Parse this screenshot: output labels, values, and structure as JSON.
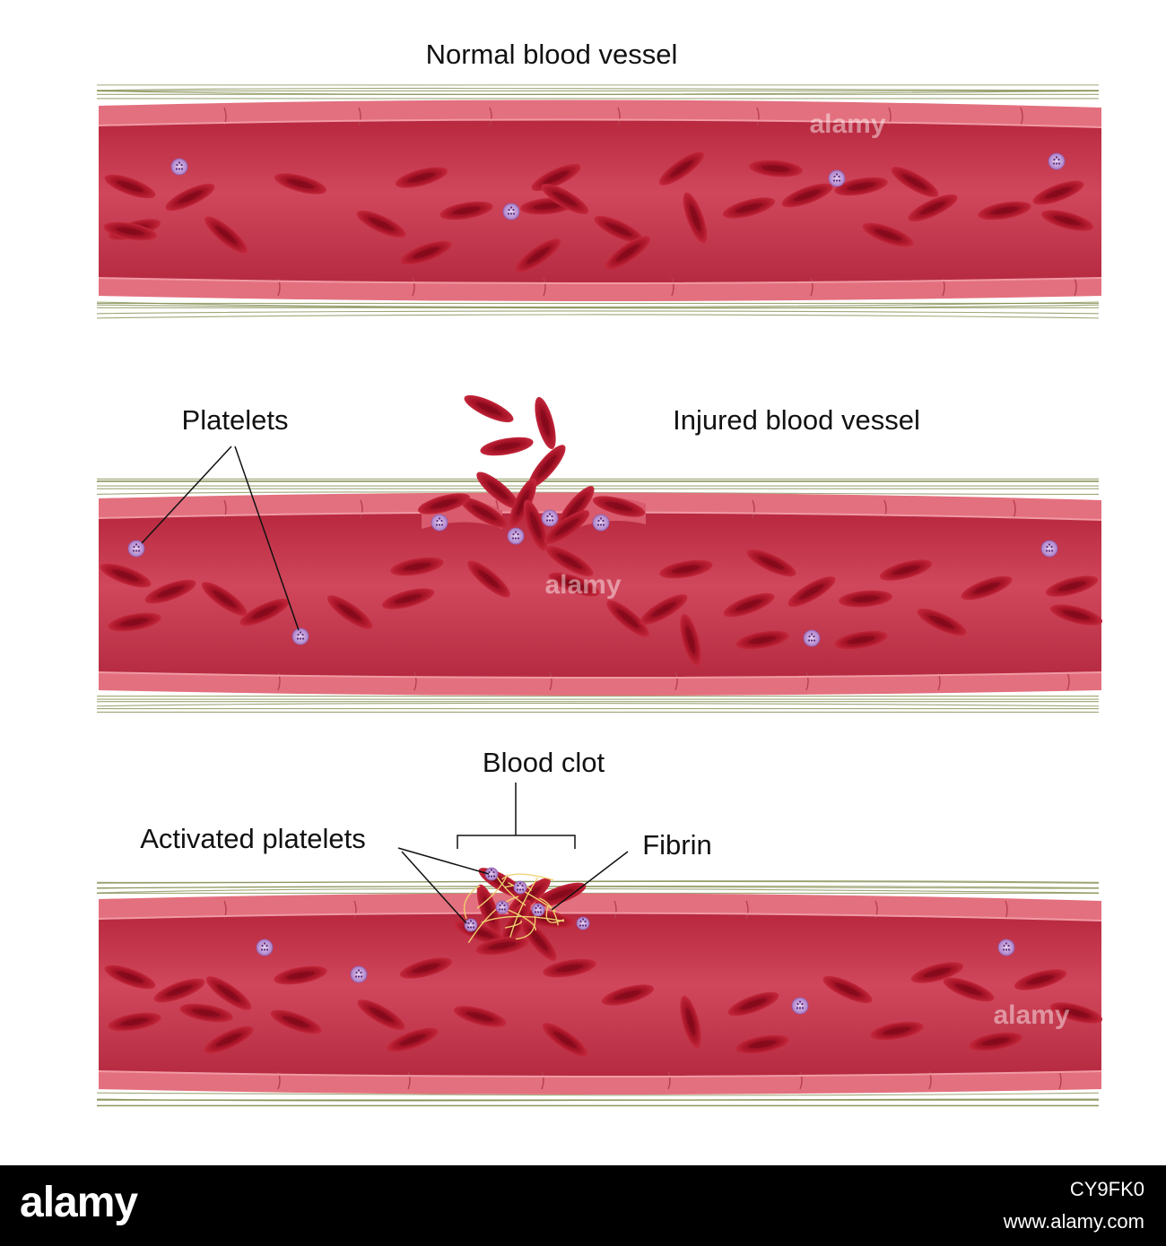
{
  "labels": {
    "normal": "Normal blood vessel",
    "injured": "Injured blood vessel",
    "platelets": "Platelets",
    "clot": "Blood clot",
    "activated": "Activated platelets",
    "fibrin": "Fibrin"
  },
  "watermark": "alamy",
  "footer": {
    "logo": "alamy",
    "image_id": "CY9FK0",
    "url": "www.alamy.com"
  },
  "colors": {
    "vessel_lumen": "#c4334a",
    "vessel_wall": "#e3707e",
    "red_cell": "#b0182c",
    "platelet": "#c9a6dc",
    "fibrin_fiber": "#7d8a4a",
    "clot_fibrin": "#f0d070"
  },
  "icons": {
    "red_blood_cell": "rbc-icon",
    "platelet": "platelet-icon",
    "clot": "clot-icon"
  }
}
